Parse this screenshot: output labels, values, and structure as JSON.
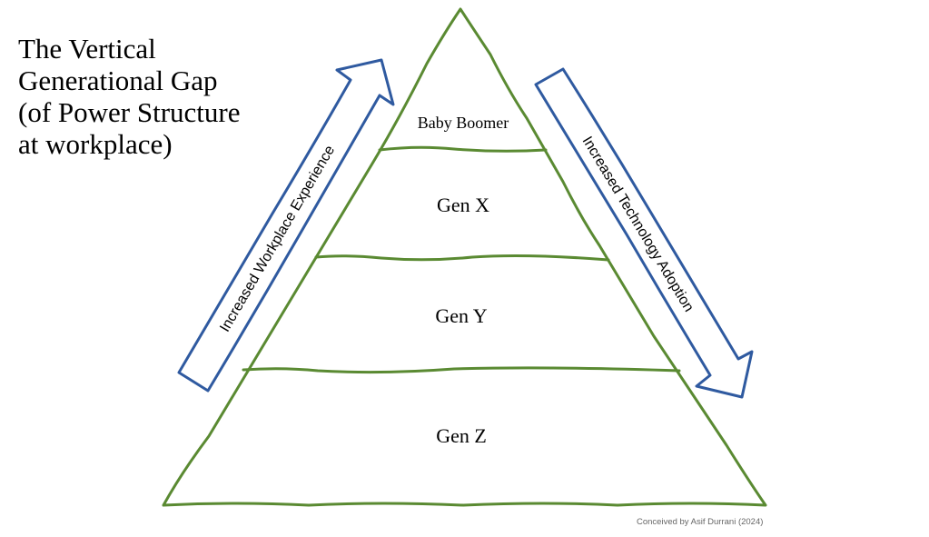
{
  "title": {
    "lines": [
      "The Vertical",
      "Generational Gap",
      "(of Power Structure",
      "at workplace)"
    ]
  },
  "pyramid": {
    "levels": [
      "Baby Boomer",
      "Gen X",
      "Gen Y",
      "Gen Z"
    ],
    "line_color": "#5a8a32"
  },
  "arrows": {
    "left": {
      "label": "Increased Workplace Experience",
      "direction": "up"
    },
    "right": {
      "label": "Increased Technology Adoption",
      "direction": "down"
    },
    "color": "#2f5aa0"
  },
  "credit": "Conceived by Asif Durrani (2024)"
}
